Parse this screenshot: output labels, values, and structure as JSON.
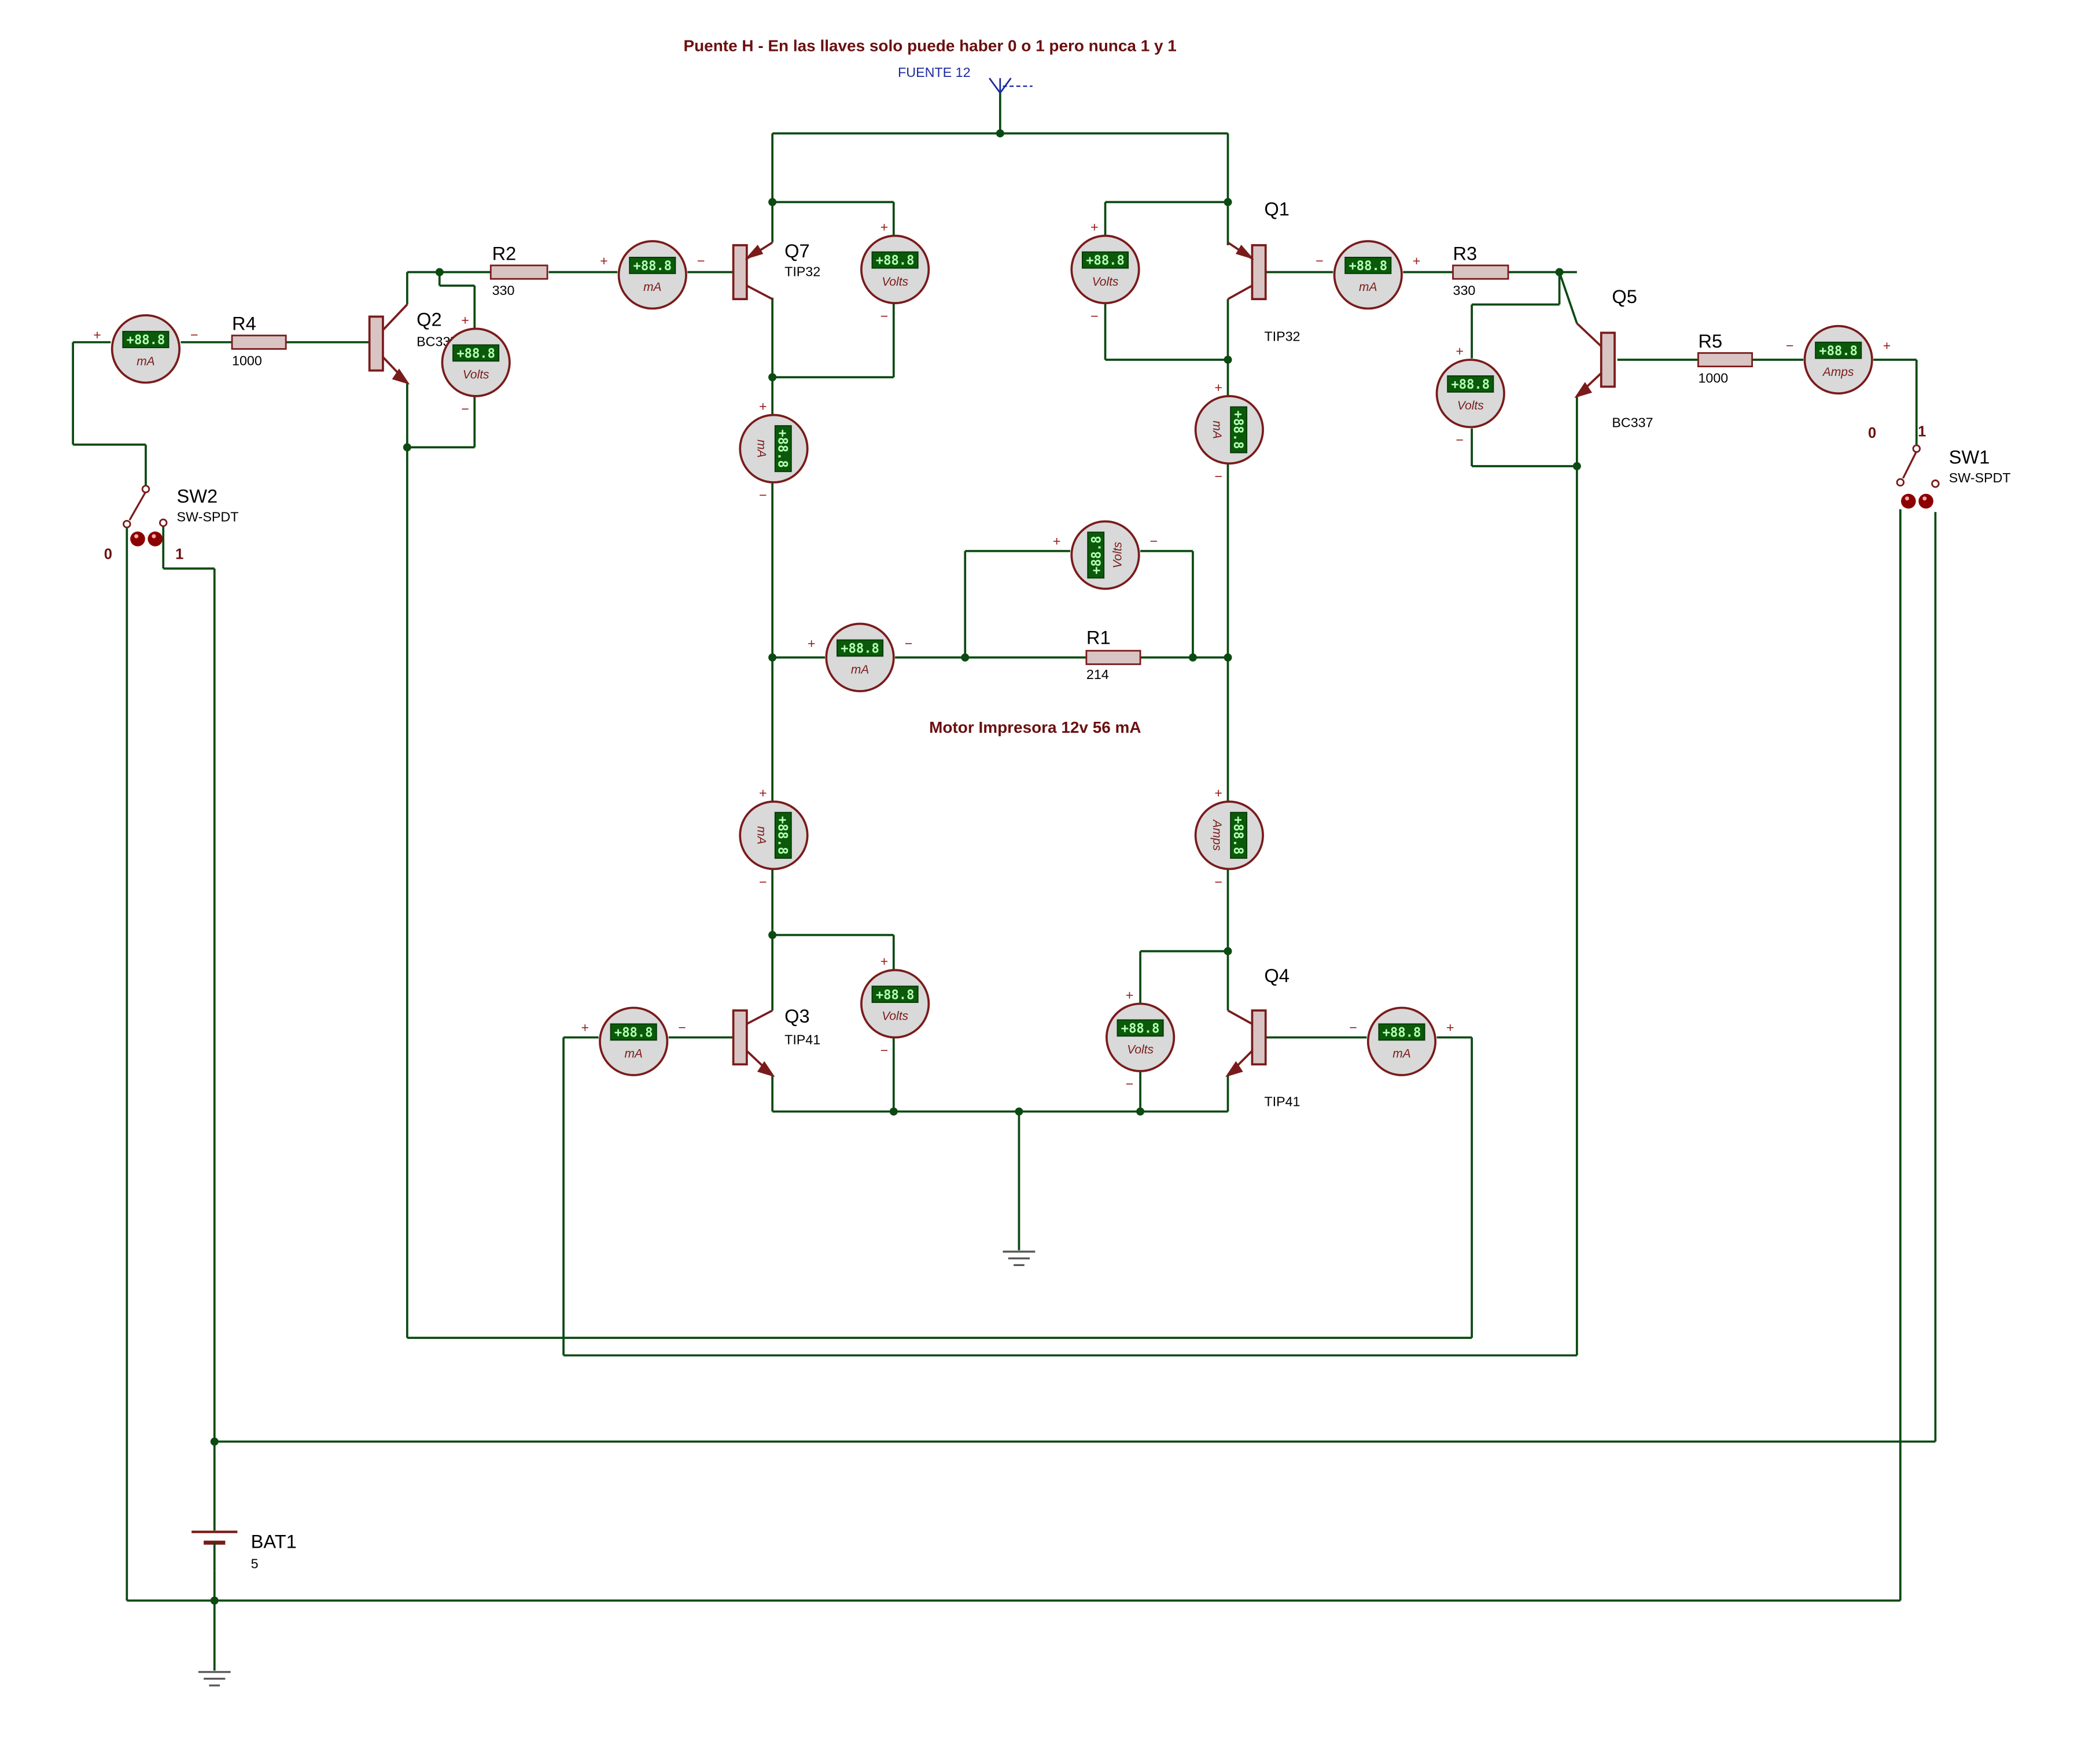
{
  "title": "Puente H - En las llaves solo puede haber 0 o 1 pero nunca 1 y 1",
  "motor_note": "Motor Impresora  12v   56 mA",
  "power_port": "FUENTE 12",
  "meter_display": "+88.8",
  "sign_plus": "+",
  "sign_minus": "−",
  "colors": {
    "wire": "#0b4a12",
    "component": "#7a1b1b",
    "component_fill": "#d9c4c4",
    "meter_body": "#d9d9d9",
    "display_bg": "#0a5a0a",
    "title": "#6b0f0f",
    "port_label": "#1a2aa0"
  },
  "components": {
    "Q1": {
      "ref": "Q1",
      "value": "TIP32"
    },
    "Q2": {
      "ref": "Q2",
      "value": "BC337"
    },
    "Q3": {
      "ref": "Q3",
      "value": "TIP41"
    },
    "Q4": {
      "ref": "Q4",
      "value": "TIP41"
    },
    "Q5": {
      "ref": "Q5",
      "value": "BC337"
    },
    "Q7": {
      "ref": "Q7",
      "value": "TIP32"
    },
    "R1": {
      "ref": "R1",
      "value": "214"
    },
    "R2": {
      "ref": "R2",
      "value": "330"
    },
    "R3": {
      "ref": "R3",
      "value": "330"
    },
    "R4": {
      "ref": "R4",
      "value": "1000"
    },
    "R5": {
      "ref": "R5",
      "value": "1000"
    },
    "SW1": {
      "ref": "SW1",
      "value": "SW-SPDT",
      "pos0": "0",
      "pos1": "1"
    },
    "SW2": {
      "ref": "SW2",
      "value": "SW-SPDT",
      "pos0": "0",
      "pos1": "1"
    },
    "BAT1": {
      "ref": "BAT1",
      "value": "5"
    }
  },
  "meters": {
    "m1": {
      "unit": "mA"
    },
    "m2": {
      "unit": "Volts"
    },
    "m3": {
      "unit": "mA"
    },
    "m4": {
      "unit": "Volts"
    },
    "m5": {
      "unit": "Volts"
    },
    "m6": {
      "unit": "mA"
    },
    "m7": {
      "unit": "Volts"
    },
    "m8": {
      "unit": "Amps"
    },
    "m9": {
      "unit": "mA"
    },
    "m10": {
      "unit": "mA"
    },
    "m11": {
      "unit": "Volts"
    },
    "m12": {
      "unit": "mA"
    },
    "m13": {
      "unit": "mA"
    },
    "m14": {
      "unit": "Amps"
    },
    "m15": {
      "unit": "mA"
    },
    "m16": {
      "unit": "Volts"
    },
    "m17": {
      "unit": "Volts"
    },
    "m18": {
      "unit": "mA"
    }
  }
}
